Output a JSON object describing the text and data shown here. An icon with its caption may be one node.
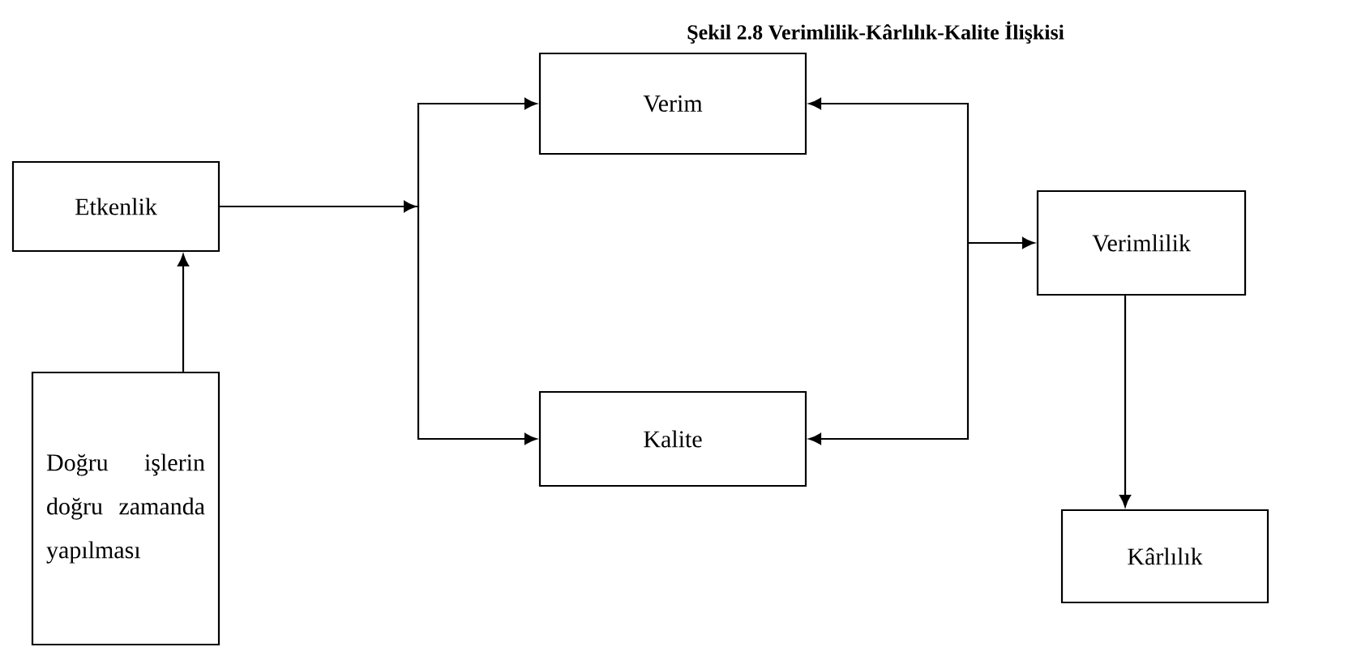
{
  "diagram": {
    "title": "Şekil 2.8 Verimlilik-Kârlılık-Kalite İlişkisi",
    "nodes": [
      {
        "text": [
          "Etkenlik"
        ]
      },
      {
        "text": [
          "Verim"
        ]
      },
      {
        "text": [
          "Kalite"
        ]
      },
      {
        "text": [
          "Verimlilik"
        ]
      },
      {
        "text": [
          "Kârlılık"
        ]
      },
      {
        "text": [
          "Doğru işlerin doğru zamanda yapılması"
        ]
      }
    ],
    "edges": [
      {
        "from": 5,
        "to": 0,
        "arrow": "to"
      },
      {
        "from": 0,
        "to": 1,
        "arrow": "to"
      },
      {
        "from": 0,
        "to": 2,
        "arrow": "to"
      },
      {
        "from": 3,
        "to": 1,
        "arrow": "both"
      },
      {
        "from": 3,
        "to": 2,
        "arrow": "both"
      },
      {
        "from": 3,
        "to": 4,
        "arrow": "to"
      }
    ]
  }
}
